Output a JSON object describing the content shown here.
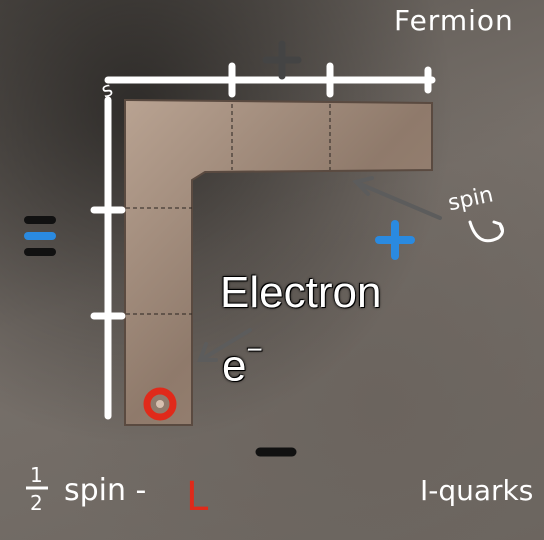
{
  "image": {
    "title_top_right": "Fermion",
    "label_spin": "spin",
    "label_electron": "Electron",
    "label_electron_symbol": "e",
    "label_electron_charge": "−",
    "label_half_num": "1",
    "label_half_den": "2",
    "label_spin_bottom": "spin -",
    "label_L": "L",
    "label_quarks": "I-quarks",
    "label_plus": "+",
    "label_minus": "−",
    "label_equals": "=",
    "label_s": "s",
    "colors": {
      "blue": "#2a8ae0",
      "red": "#e02a1a",
      "white": "#ffffff",
      "dark": "#1a1a1a",
      "metal": "#a58d7c"
    }
  }
}
